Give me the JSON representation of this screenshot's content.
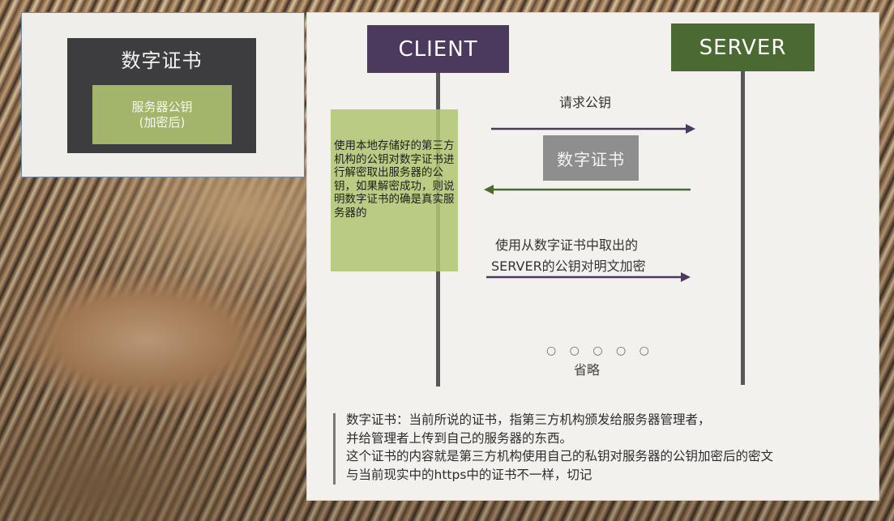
{
  "inset": {
    "title": "数字证书",
    "box_line1": "服务器公钥",
    "box_line2": "(加密后)"
  },
  "diagram": {
    "client_label": "CLIENT",
    "server_label": "SERVER",
    "note": "使用本地存储好的第三方机构的公钥对数字证书进行解密取出服务器的公钥，如果解密成功，则说明数字证书的确是真实服务器的",
    "msg1": "请求公钥",
    "cert_label": "数字证书",
    "msg3_line1": "使用从数字证书中取出的",
    "msg3_line2": "SERVER的公钥对明文加密",
    "dots": "○ ○ ○ ○ ○",
    "omit": "省略"
  },
  "footer": {
    "line1": "数字证书：当前所说的证书，指第三方机构颁发给服务器管理者，",
    "line2": "并给管理者上传到自己的服务器的东西。",
    "line3": "这个证书的内容就是第三方机构使用自己的私钥对服务器的公钥加密后的密文",
    "line4": "与当前现实中的https中的证书不一样，切记"
  },
  "colors": {
    "client": "#4b3a5e",
    "server": "#4a6a32",
    "arrow_client_to_server": "#4b3a5e",
    "arrow_server_to_client": "#4a6a32",
    "note_green": "#b0c570"
  }
}
